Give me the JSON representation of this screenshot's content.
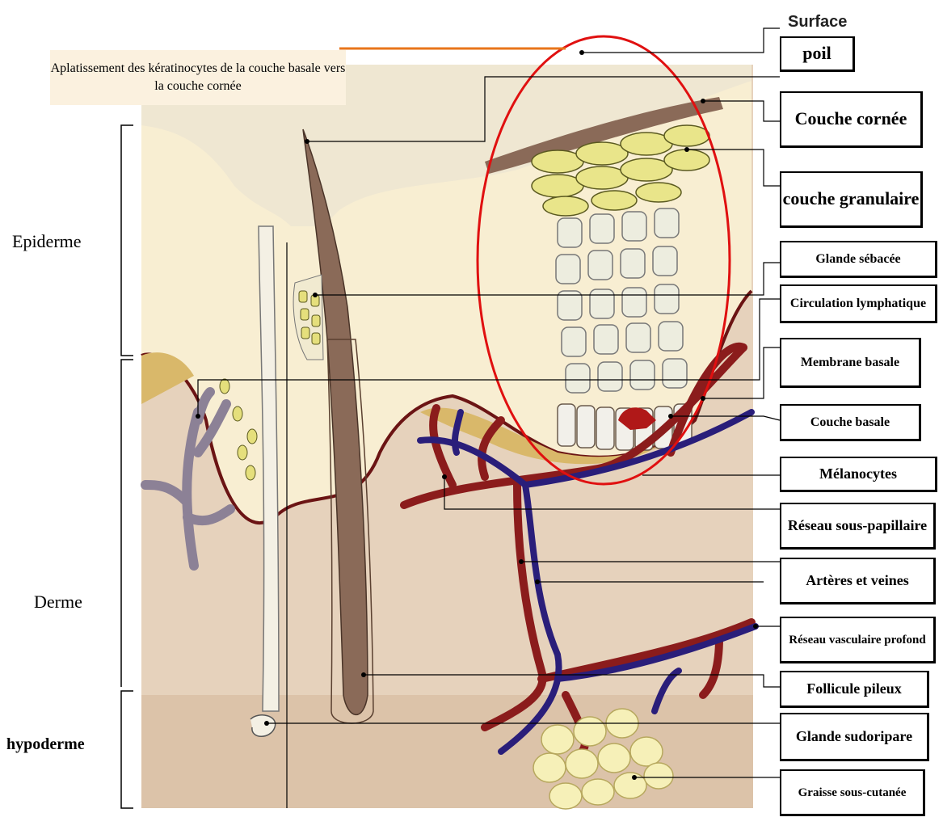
{
  "colors": {
    "epidermis": "#f8eed2",
    "dermis": "#e6d2bc",
    "hypodermis": "#dcc3a9",
    "artery": "#8b1c1c",
    "vein": "#2a1e7a",
    "lymph": "#8c8196",
    "highlight_ring": "#e01010"
  },
  "note": "Aplatissement des kératinocytes de la couche basale vers la couche cornée",
  "surface_label": "Surface",
  "layers": {
    "epiderme": "Epiderme",
    "derme": "Derme",
    "hypoderme": "hypoderme"
  },
  "labels": {
    "poil": "poil",
    "couche_cornee": "Couche cornée",
    "couche_granulaire": "couche granulaire",
    "glande_sebacee": "Glande sébacée",
    "circulation_lymphatique": "Circulation lymphatique",
    "membrane_basale": "Membrane basale",
    "couche_basale": "Couche basale",
    "melanocytes": "Mélanocytes",
    "reseau_sous_papillaire": "Réseau sous-papillaire",
    "arteres_veines": "Artères et veines",
    "reseau_vasculaire_profond": "Réseau vasculaire profond",
    "follicule_pileux": "Follicule pileux",
    "glande_sudoripare": "Glande sudoripare",
    "graisse_sous_cutanee": "Graisse sous-cutanée"
  }
}
